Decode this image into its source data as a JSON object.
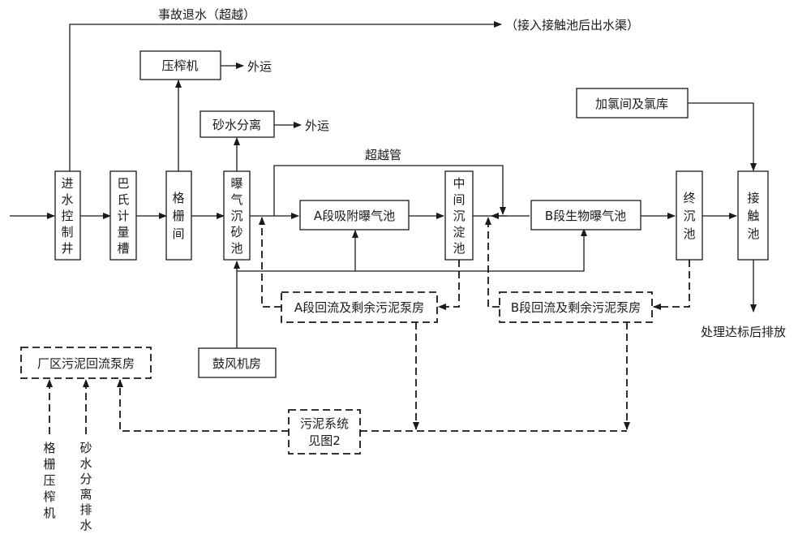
{
  "labels": {
    "bypass_top": "事故退水（超越）",
    "to_channel": "（接入接触池后出水渠）",
    "export1": "外运",
    "export2": "外运",
    "bypass_pipe": "超越管",
    "discharge": "处理达标后排放"
  },
  "boxes": {
    "inlet_well": "进水控制井",
    "parshall": "巴氏计量槽",
    "screen": "格栅间",
    "grit": "曝气沉砂池",
    "press": "压榨机",
    "separator": "砂水分离",
    "a_aeration": "A段吸附曝气池",
    "mid_clarifier": "中间沉淀池",
    "b_aeration": "B段生物曝气池",
    "final_clarifier": "终沉池",
    "contact": "接触池",
    "chlorine": "加氯间及氯库",
    "blower": "鼓风机房",
    "a_pump": "A段回流及剩余污泥泵房",
    "b_pump": "B段回流及剩余污泥泵房",
    "plant_pump": "厂区污泥回流泵房",
    "sludge_system_1": "污泥系统",
    "sludge_system_2": "见图2"
  },
  "bottom_labels": {
    "screen_press": "格栅压榨机",
    "grit_drain": "砂水分离排水"
  }
}
